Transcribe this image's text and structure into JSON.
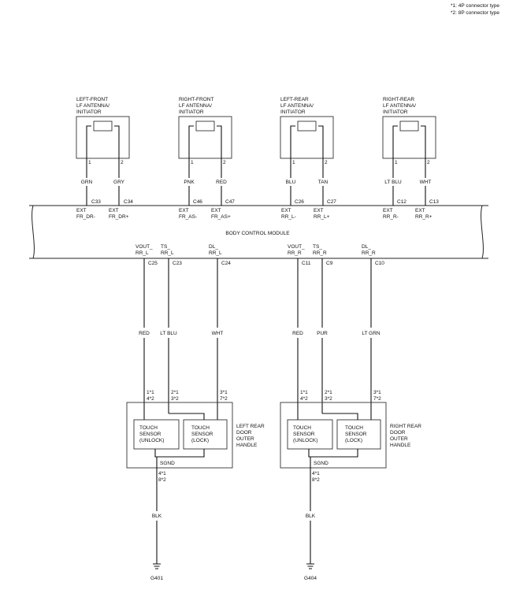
{
  "notes": {
    "note1": "*1: 4P connector type",
    "note2": "*2: 8P connector type"
  },
  "initiators": [
    {
      "label_line1": "LEFT-FRONT",
      "label_line2": "LF ANTENNA/",
      "label_line3": "INITIATOR",
      "pin1": "1",
      "pin2": "2"
    },
    {
      "label_line1": "RIGHT-FRONT",
      "label_line2": "LF ANTENNA/",
      "label_line3": "INITIATOR",
      "pin1": "1",
      "pin2": "2"
    },
    {
      "label_line1": "LEFT-REAR",
      "label_line2": "LF ANTENNA/",
      "label_line3": "INITIATOR",
      "pin1": "1",
      "pin2": "2"
    },
    {
      "label_line1": "RIGHT-REAR",
      "label_line2": "LF ANTENNA/",
      "label_line3": "INITIATOR",
      "pin1": "1",
      "pin2": "2"
    }
  ],
  "top_wires": [
    {
      "color": "GRN",
      "pin": "C33",
      "sig1": "EXT",
      "sig2": "FR_DR-"
    },
    {
      "color": "GRY",
      "pin": "C34",
      "sig1": "EXT",
      "sig2": "FR_DR+"
    },
    {
      "color": "PNK",
      "pin": "C46",
      "sig1": "EXT",
      "sig2": "FR_AS-"
    },
    {
      "color": "RED",
      "pin": "C47",
      "sig1": "EXT",
      "sig2": "FR_AS+"
    },
    {
      "color": "BLU",
      "pin": "C26",
      "sig1": "EXT",
      "sig2": "RR_L-"
    },
    {
      "color": "TAN",
      "pin": "C27",
      "sig1": "EXT",
      "sig2": "RR_L+"
    },
    {
      "color": "LT BLU",
      "pin": "C12",
      "sig1": "EXT",
      "sig2": "RR_R-"
    },
    {
      "color": "WHT",
      "pin": "C13",
      "sig1": "EXT",
      "sig2": "RR_R+"
    }
  ],
  "bcm": {
    "label": "BODY CONTROL MODULE"
  },
  "bottom_wires": [
    {
      "sig1": "VOUT_",
      "sig2": "RR_L",
      "pin": "C25",
      "color": "RED"
    },
    {
      "sig1": "TS_",
      "sig2": "RR_L",
      "pin": "C23",
      "color": "LT BLU"
    },
    {
      "sig1": "DL_",
      "sig2": "RR_L",
      "pin": "C24",
      "color": "WHT"
    },
    {
      "sig1": "VOUT_",
      "sig2": "RR_R",
      "pin": "C11",
      "color": "RED"
    },
    {
      "sig1": "TS_",
      "sig2": "RR_R",
      "pin": "C9",
      "color": "PUR"
    },
    {
      "sig1": "DL_",
      "sig2": "RR_R",
      "pin": "C10",
      "color": "LT GRN"
    }
  ],
  "handles": [
    {
      "name_line1": "LEFT REAR",
      "name_line2": "DOOR",
      "name_line3": "OUTER",
      "name_line4": "HANDLE",
      "pinA1": "1*1",
      "pinA2": "4*2",
      "pinB1": "2*1",
      "pinB2": "3*2",
      "pinC1": "3*1",
      "pinC2": "7*2",
      "unlock_l1": "TOUCH",
      "unlock_l2": "SENSOR",
      "unlock_l3": "(UNLOCK)",
      "lock_l1": "TOUCH",
      "lock_l2": "SENSOR",
      "lock_l3": "(LOCK)",
      "sgnd": "SGND",
      "gpin1": "4*1",
      "gpin2": "8*2",
      "gcolor": "BLK",
      "ground": "G401"
    },
    {
      "name_line1": "RIGHT REAR",
      "name_line2": "DOOR",
      "name_line3": "OUTER",
      "name_line4": "HANDLE",
      "pinA1": "1*1",
      "pinA2": "4*2",
      "pinB1": "2*1",
      "pinB2": "3*2",
      "pinC1": "3*1",
      "pinC2": "7*2",
      "unlock_l1": "TOUCH",
      "unlock_l2": "SENSOR",
      "unlock_l3": "(UNLOCK)",
      "lock_l1": "TOUCH",
      "lock_l2": "SENSOR",
      "lock_l3": "(LOCK)",
      "sgnd": "SGND",
      "gpin1": "4*1",
      "gpin2": "8*2",
      "gcolor": "BLK",
      "ground": "G404"
    }
  ]
}
